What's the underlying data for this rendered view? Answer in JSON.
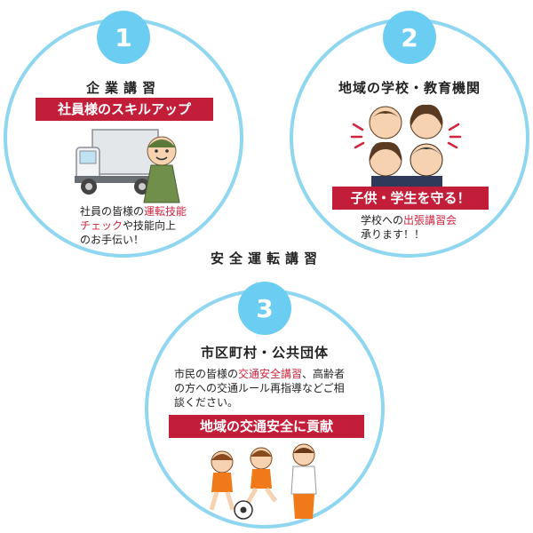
{
  "center_title": "安全運転講習",
  "sections": [
    {
      "number": "1",
      "heading": "企業講習",
      "ribbon": "社員様のスキルアップ",
      "desc": {
        "line1_pre": "社員の皆様の",
        "line1_hl": "運転技能",
        "line2_hl": "チェック",
        "line2_post": "や技能向上",
        "line3": "のお手伝い！"
      }
    },
    {
      "number": "2",
      "heading": "地域の学校・教育機関",
      "ribbon": "子供・学生を守る！",
      "desc": {
        "line1_pre": "学校への",
        "line1_hl": "出張講習会",
        "line2": "承ります！！"
      }
    },
    {
      "number": "3",
      "heading": "市区町村・公共団体",
      "ribbon": "地域の交通安全に貢献",
      "desc": {
        "line1_pre": "市民の皆様の",
        "line1_hl": "交通安全講習",
        "line1_post": "、高齢者",
        "line2": "の方への交通ルール再指導などご相",
        "line3": "談ください。"
      }
    }
  ],
  "colors": {
    "ring": "#8fd6f0",
    "badge": "#6ccdf2",
    "ribbon": "#c21e3a",
    "highlight": "#d0243f"
  }
}
